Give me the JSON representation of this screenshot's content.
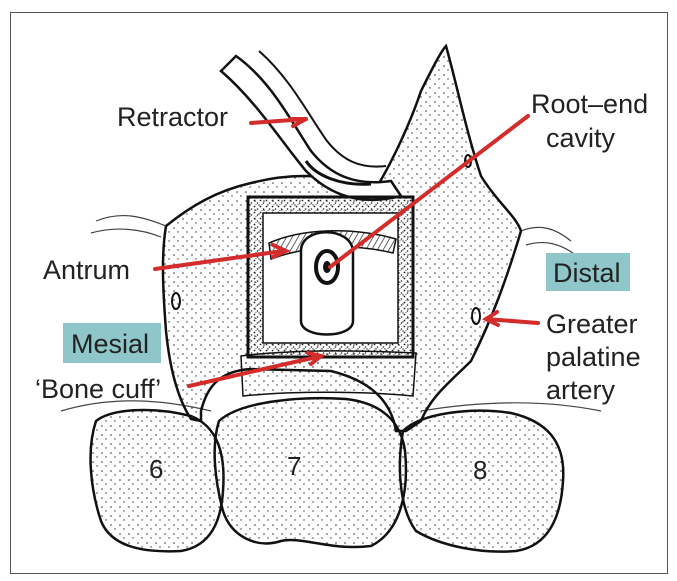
{
  "labels": {
    "retractor": "Retractor",
    "root_end_line1": "Root–end",
    "root_end_line2": "cavity",
    "antrum": "Antrum",
    "distal": "Distal",
    "mesial": "Mesial",
    "bone_cuff": "‘Bone cuff’",
    "greater_line1": "Greater",
    "greater_line2": "palatine",
    "greater_line3": "artery"
  },
  "teeth": {
    "t6": "6",
    "t7": "7",
    "t8": "8"
  },
  "colors": {
    "arrow": "#d42b2b",
    "tag_bg": "#8fc6c9",
    "ink": "#1a1a1a"
  }
}
